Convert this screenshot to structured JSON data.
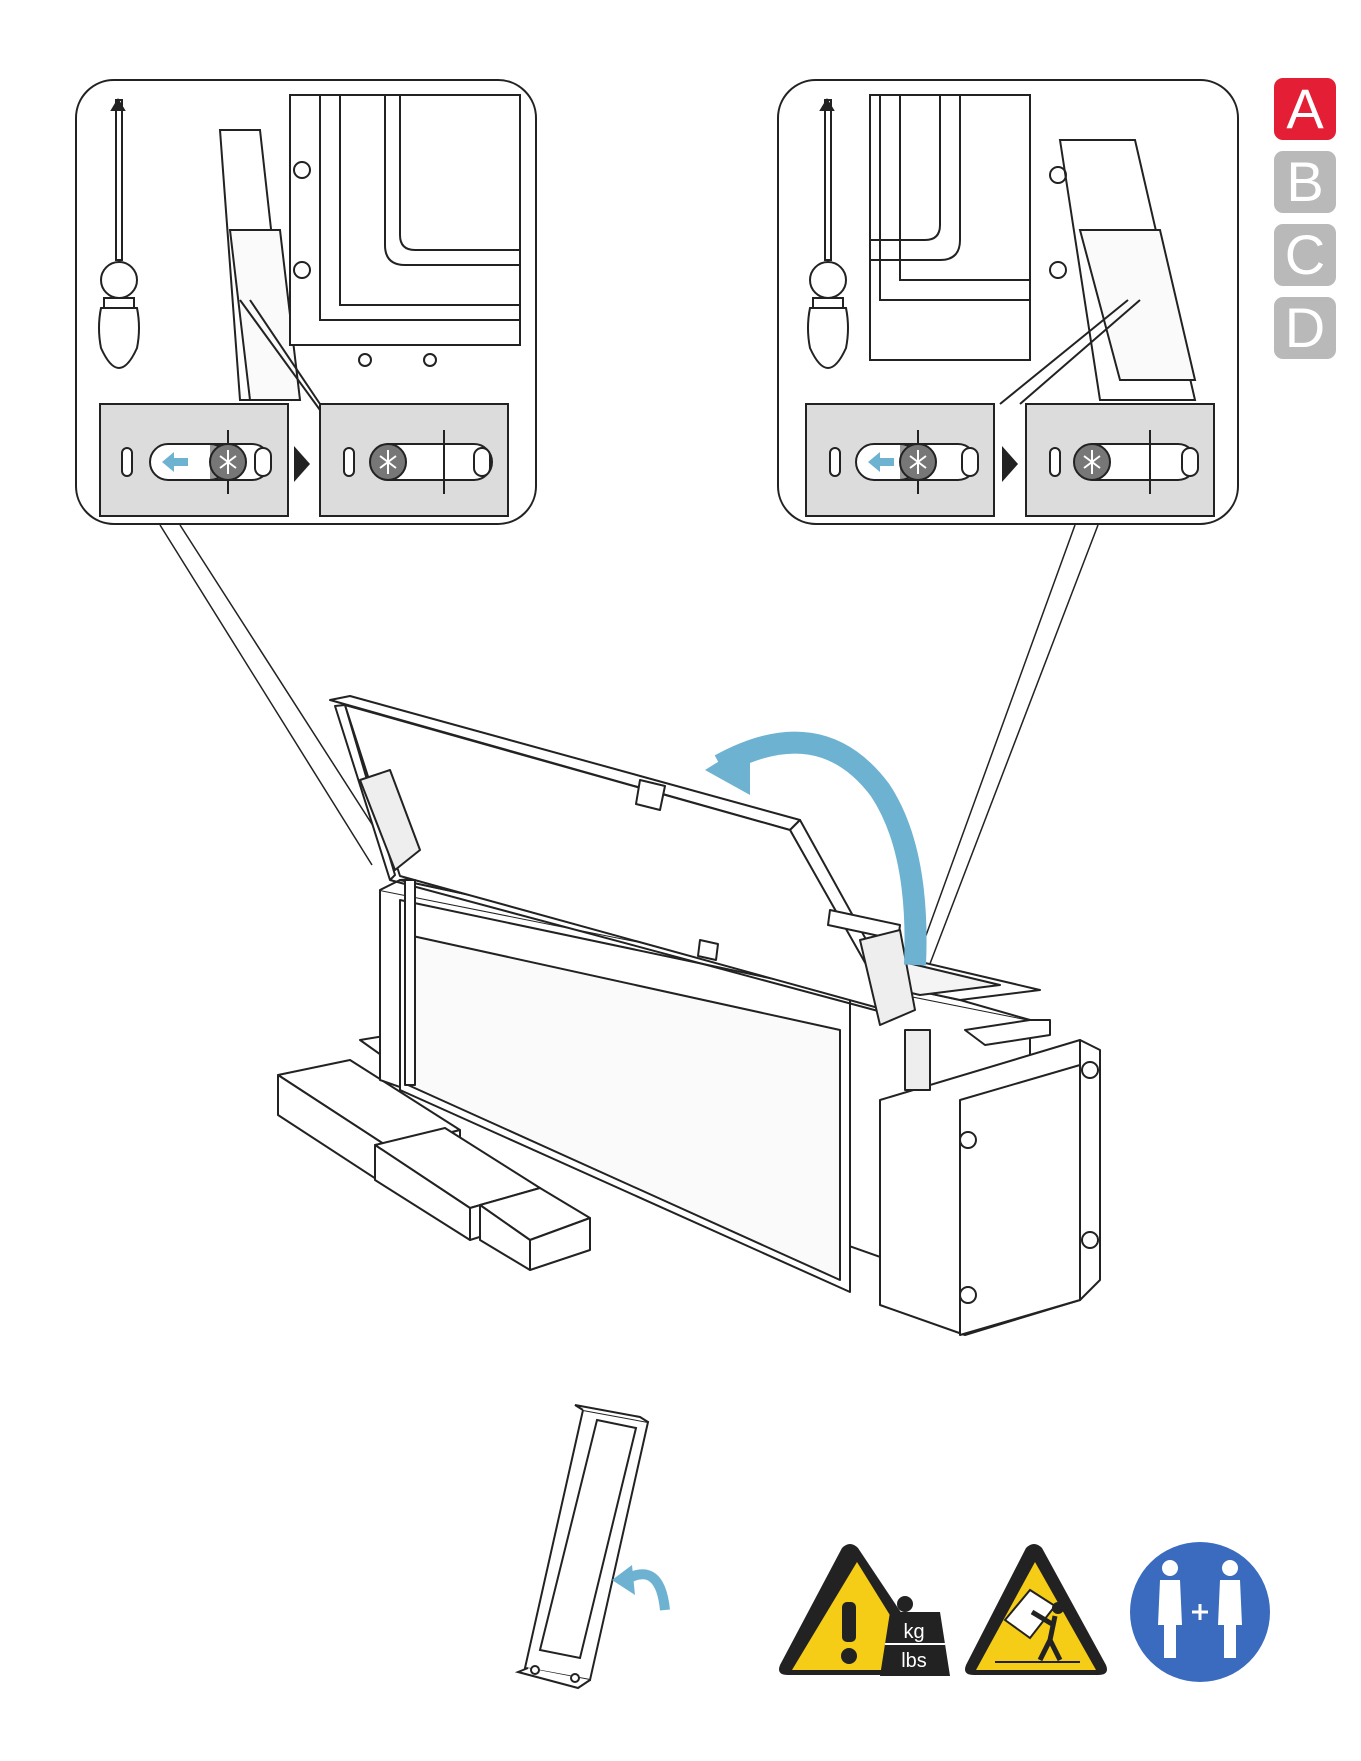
{
  "steps": [
    {
      "label": "A",
      "active": true
    },
    {
      "label": "B",
      "active": false
    },
    {
      "label": "C",
      "active": false
    },
    {
      "label": "D",
      "active": false
    }
  ],
  "colors": {
    "active_step": "#e31e35",
    "inactive_step": "#b9b9b9",
    "arrow": "#6eb2d2",
    "panel_gray": "#dcdcdc",
    "warning_yellow": "#f5cc16",
    "two_person": "#3a6bbf"
  },
  "icons": {
    "weight_warning": "heavy-weight-warning-icon",
    "tip_warning": "tip-over-warning-icon",
    "two_person": "two-person-lift-icon"
  },
  "weight_label": {
    "kg": "kg",
    "lbs": "lbs"
  }
}
